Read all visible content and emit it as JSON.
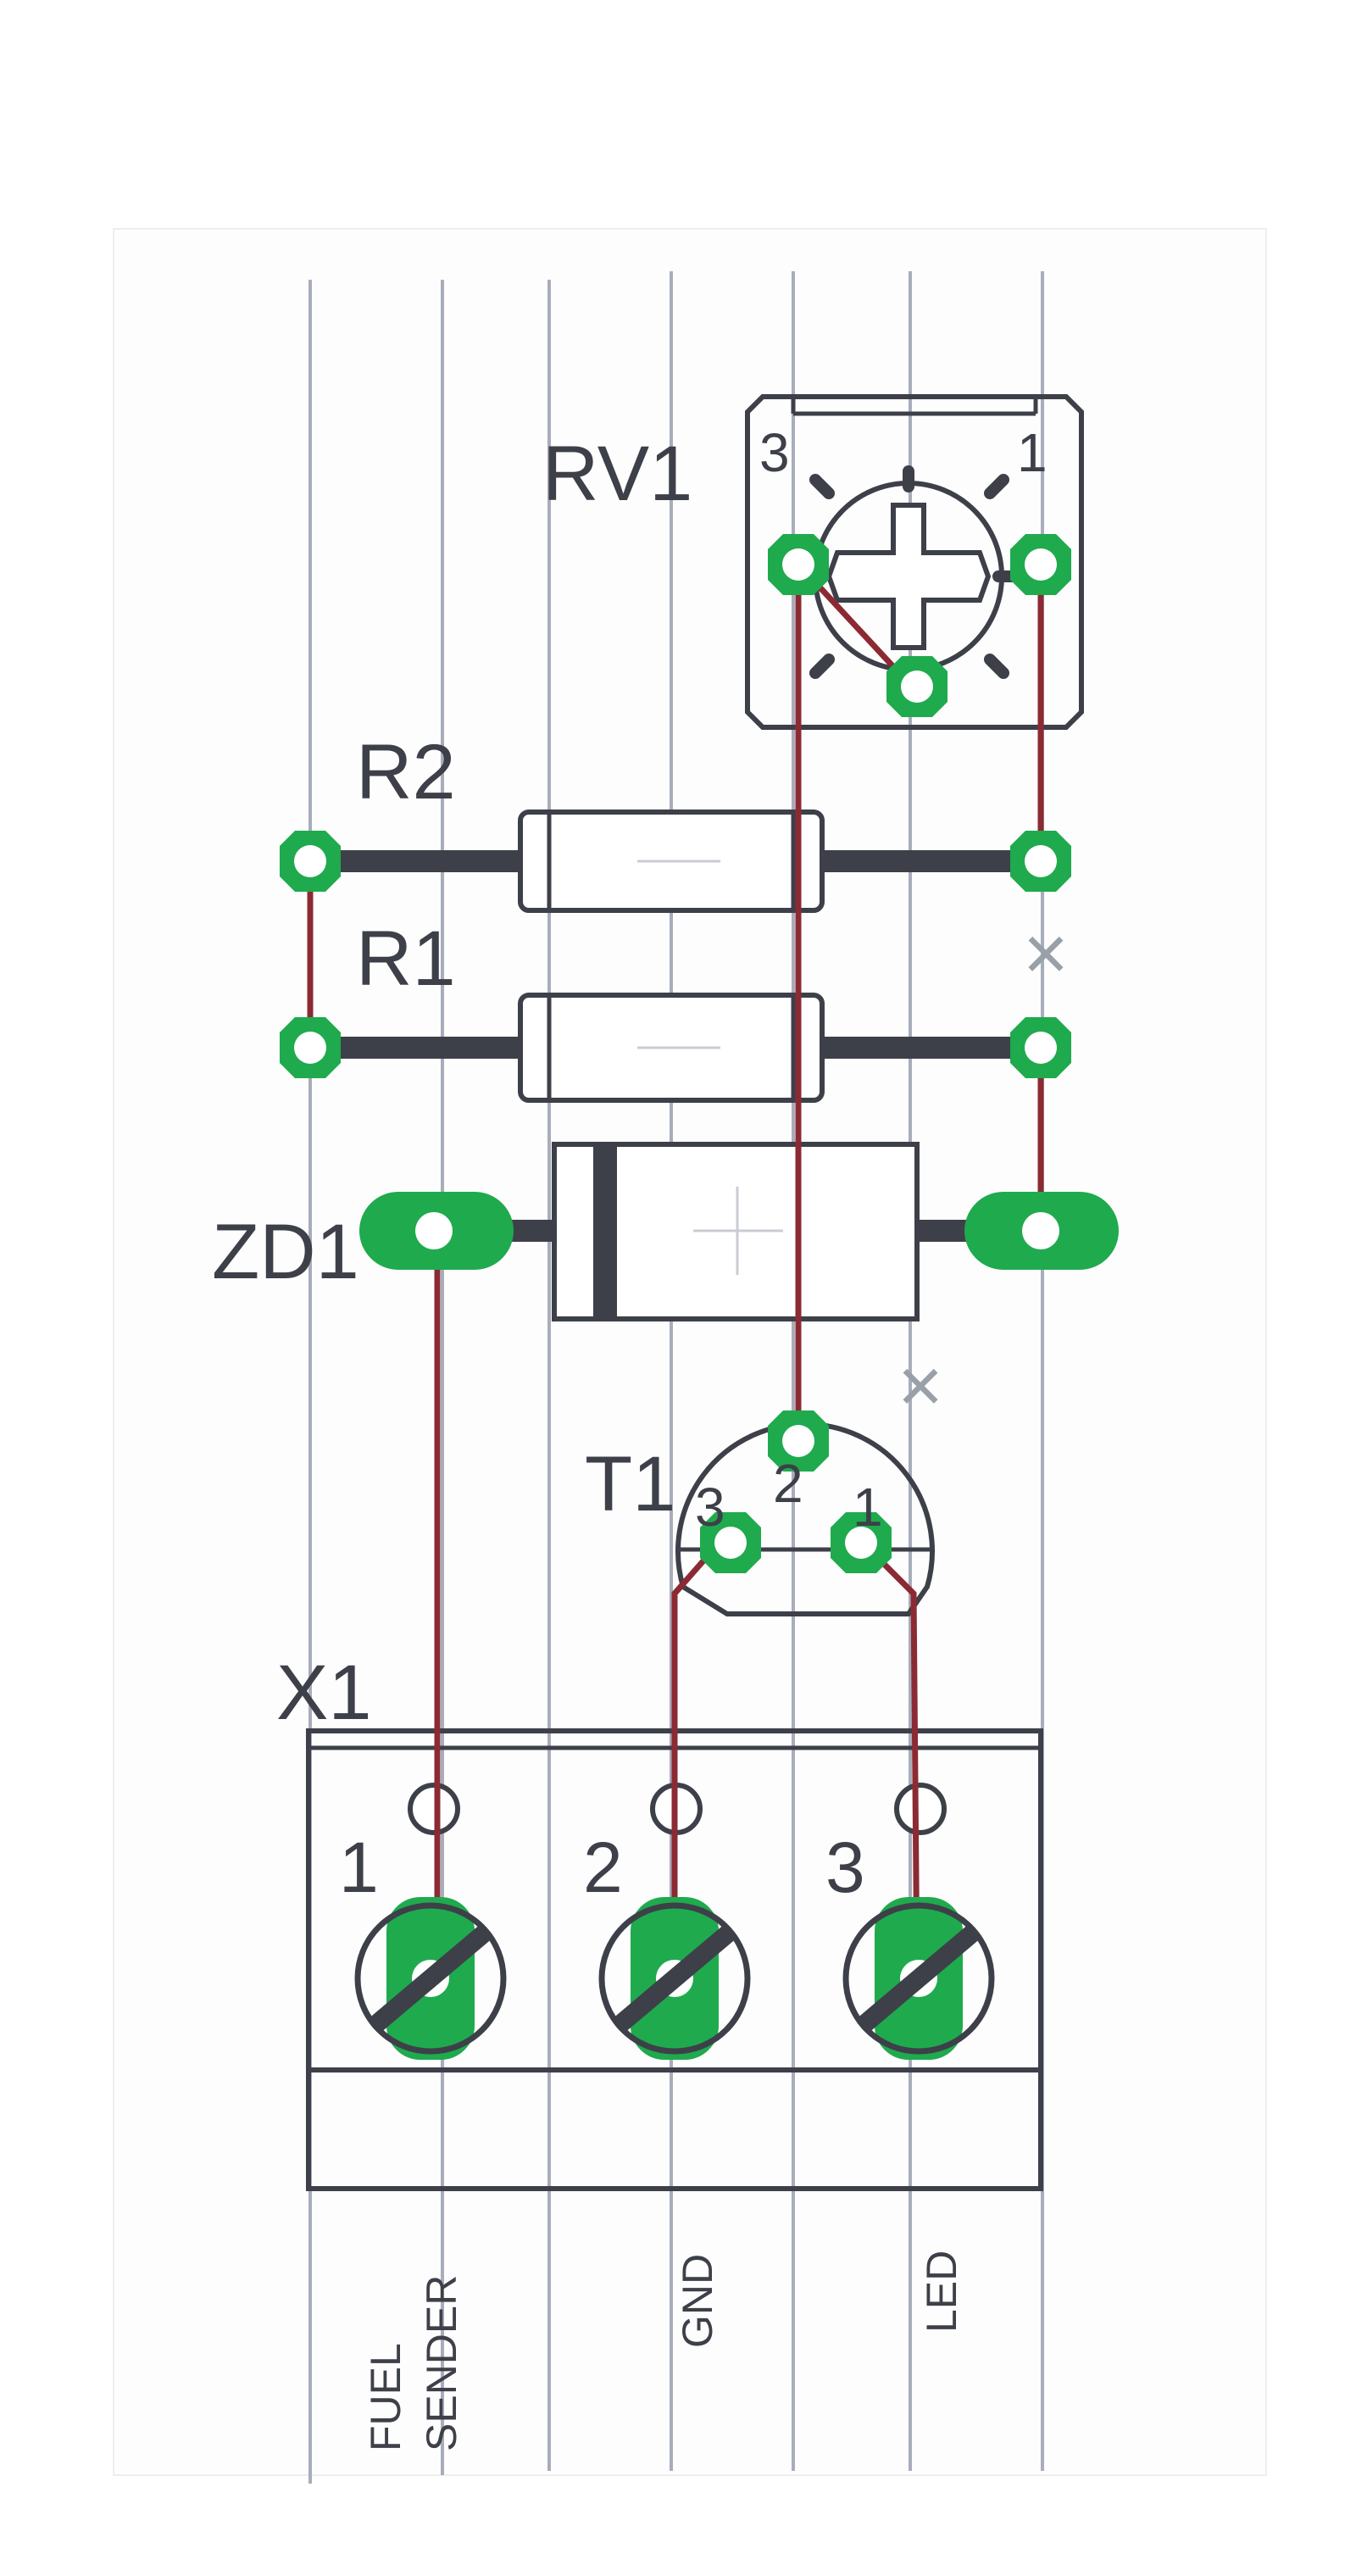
{
  "components": {
    "rv1": {
      "ref": "RV1",
      "pin3": "3",
      "pin1": "1"
    },
    "r2": {
      "ref": "R2"
    },
    "r1": {
      "ref": "R1"
    },
    "zd1": {
      "ref": "ZD1"
    },
    "t1": {
      "ref": "T1",
      "pin3": "3",
      "pin2": "2",
      "pin1": "1"
    },
    "x1": {
      "ref": "X1",
      "pin1": "1",
      "pin2": "2",
      "pin3": "3"
    }
  },
  "net_labels": {
    "fuel_line1": "FUEL",
    "fuel_line2": "SENDER",
    "gnd": "GND",
    "led": "LED"
  },
  "marks": {
    "cut_mark": "×"
  },
  "colors": {
    "paper": "#ffffff",
    "stripboard_line": "#a7adbb",
    "silkscreen": "#3d4048",
    "pad": "#1faa4e",
    "trace": "#8c2a33",
    "lead": "#3d4048",
    "cut_mark": "#9aa0a8"
  }
}
